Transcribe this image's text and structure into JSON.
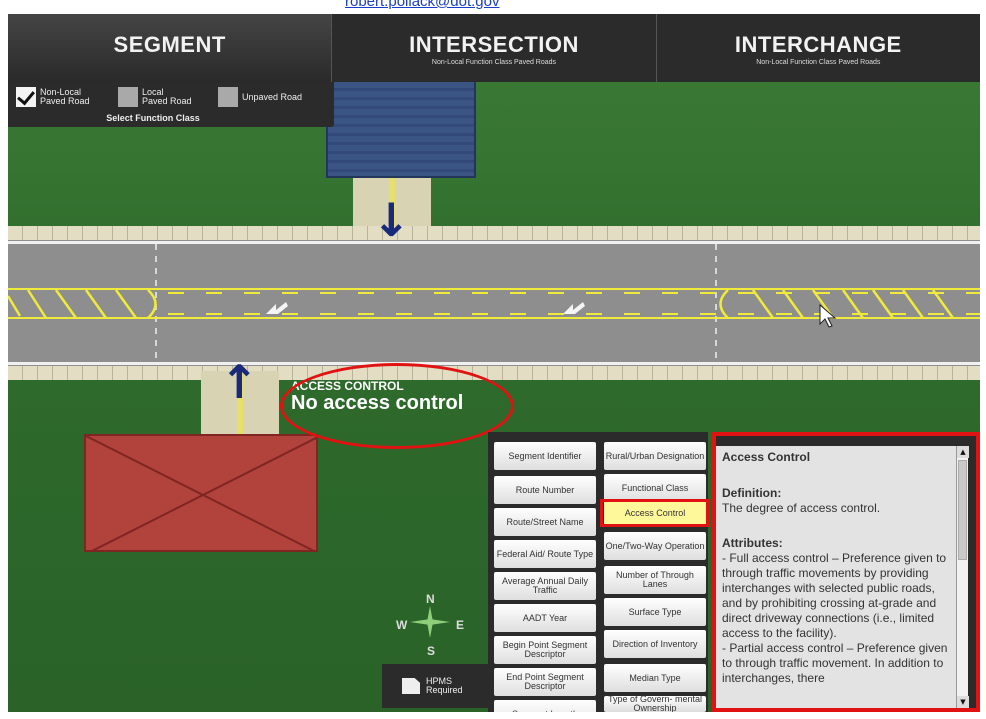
{
  "top_link": "robert.pollack@dot.gov",
  "tabs": [
    {
      "title": "SEGMENT",
      "subtitle": ""
    },
    {
      "title": "INTERSECTION",
      "subtitle": "Non-Local Function Class Paved Roads"
    },
    {
      "title": "INTERCHANGE",
      "subtitle": "Non-Local Function Class Paved Roads"
    }
  ],
  "function_class": {
    "options": [
      {
        "label": "Non-Local Paved Road",
        "checked": true
      },
      {
        "label": "Local Paved Road",
        "checked": false
      },
      {
        "label": "Unpaved Road",
        "checked": false
      }
    ],
    "opt1_l1": "Non-Local",
    "opt1_l2": "Paved Road",
    "opt2_l1": "Local",
    "opt2_l2": "Paved Road",
    "opt3": "Unpaved Road",
    "title": "Select Function Class"
  },
  "road_label": {
    "category": "ACCESS CONTROL",
    "value": "No access control"
  },
  "compass": {
    "n": "N",
    "s": "S",
    "e": "E",
    "w": "W"
  },
  "hpms": {
    "line1": "HPMS",
    "line2": "Required"
  },
  "buttons": {
    "left": [
      "Segment Identifier",
      "Route Number",
      "Route/Street Name",
      "Federal Aid/ Route Type",
      "Average Annual Daily Traffic",
      "AADT Year",
      "Begin Point Segment Descriptor",
      "End Point Segment Descriptor",
      "Segment Length"
    ],
    "right": [
      "Rural/Urban Designation",
      "Functional Class",
      "Access Control",
      "One/Two-Way Operation",
      "Number of Through Lanes",
      "Surface Type",
      "Direction of Inventory",
      "Median Type",
      "Type of Govern- mental Ownership"
    ],
    "selected": "Access Control"
  },
  "info": {
    "title": "Access Control",
    "definition_label": "Definition:",
    "definition": "The degree of access control.",
    "attributes_label": "Attributes:",
    "attributes": "- Full access control – Preference given to through traffic movements by providing interchanges with selected public roads, and by prohibiting crossing at-grade and direct driveway connections (i.e., limited access to the facility).\n- Partial access control – Preference given to through traffic movement. In addition to interchanges, there"
  },
  "colors": {
    "highlight": "#e01212",
    "panel": "#2b2b2b",
    "selected_button": "#fff89a",
    "arrow": "#1a2a7a",
    "lane_marking": "#f0ea3a"
  }
}
